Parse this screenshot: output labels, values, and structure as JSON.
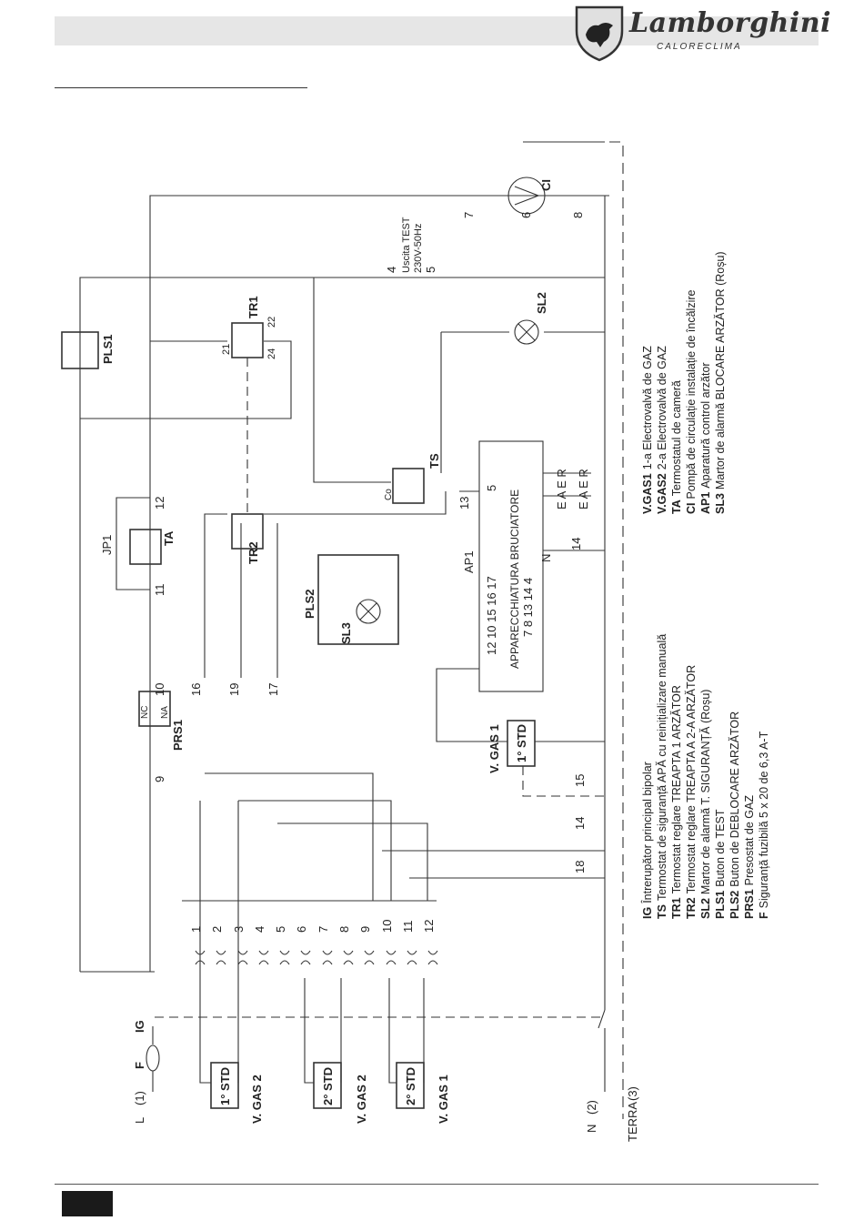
{
  "brand": {
    "name": "Lamborghini",
    "sub": "CALORECLIMA"
  },
  "labels": {
    "IG": "IG",
    "F": "F",
    "PLS1": "PLS1",
    "PLS2": "PLS2",
    "SL3": "SL3",
    "SL2": "SL2",
    "TR1": "TR1",
    "TR2": "TR2",
    "TS": "TS",
    "TA": "TA",
    "JP1": "JP1",
    "PRS1": "PRS1",
    "CI": "CI",
    "AP1": "AP1",
    "VGAS1_top": "V. GAS 1",
    "L": "L",
    "L_num": "(1)",
    "N": "N",
    "N_num": "(2)",
    "TERRA": "TERRA",
    "TERRA_num": "(3)",
    "uscita1": "Uscita TEST",
    "uscita2": "230V-50Hz",
    "apparecchiatura": "APPARECCHIATURA BRUCIATORE",
    "eaer1": "E A E R",
    "eaer2": "E A E R",
    "Co": "Co",
    "NC": "NC",
    "NA": "NA"
  },
  "valves": [
    {
      "std": "1° STD",
      "name": "V. GAS 2"
    },
    {
      "std": "2° STD",
      "name": "V. GAS 2"
    },
    {
      "std": "2° STD",
      "name": "V. GAS 1"
    }
  ],
  "top_valve_std": "1° STD",
  "ap1_terms_top": "12 10 15 16 17",
  "ap1_terms_bottom": "7  8 13 14  4",
  "legend_left": [
    {
      "code": "IG",
      "text": "Întrerupător principal bipolar"
    },
    {
      "code": "TS",
      "text": "Termostat de siguranță APĂ cu reinițializare manuală"
    },
    {
      "code": "TR1",
      "text": "Termostat reglare TREAPTA 1 ARZĂTOR"
    },
    {
      "code": "TR2",
      "text": "Termostat reglare TREAPTA A 2-A ARZĂTOR"
    },
    {
      "code": "SL2",
      "text": "Martor de alarmă T. SIGURANȚĂ (Roșu)"
    },
    {
      "code": "PLS1",
      "text": "Buton de TEST"
    },
    {
      "code": "PLS2",
      "text": "Buton de DEBLOCARE ARZĂTOR"
    },
    {
      "code": "PRS1",
      "text": "Presostat de GAZ"
    },
    {
      "code": "F",
      "text": "Siguranță fuzibilă 5 x 20 de 6,3 A-T"
    }
  ],
  "legend_right": [
    {
      "code": "V.GAS1",
      "text": "1-a Electrovalvă de GAZ"
    },
    {
      "code": "V.GAS2",
      "text": "2-a Electrovalvă de GAZ"
    },
    {
      "code": "TA",
      "text": "Termostatul de cameră"
    },
    {
      "code": "CI",
      "text": "Pompă de circulație instalație de încălzire"
    },
    {
      "code": "AP1",
      "text": "Aparatură control arzător"
    },
    {
      "code": "SL3",
      "text": "Martor de alarmă BLOCARE ARZĂTOR (Roșu)"
    }
  ],
  "terminals": {
    "t1": "1",
    "t2": "2",
    "t3": "3",
    "t4": "4",
    "t5": "5",
    "t6": "6",
    "t7": "7",
    "t8": "8",
    "t9": "9",
    "t10": "10",
    "t11": "11",
    "t12": "12",
    "t13": "13",
    "t14": "14",
    "t15": "15",
    "t16": "16",
    "t17": "17",
    "t18": "18",
    "t19": "19",
    "t21": "21",
    "t22": "22",
    "t24": "24"
  }
}
